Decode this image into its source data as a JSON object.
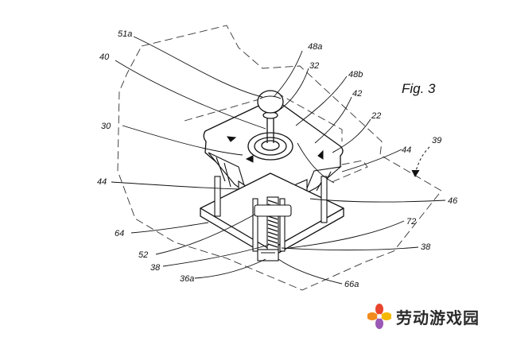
{
  "figure": {
    "title": "Fig. 3"
  },
  "labels": {
    "l51a": "51a",
    "l48a": "48a",
    "l40": "40",
    "l32": "32",
    "l48b": "48b",
    "l42": "42",
    "l30": "30",
    "l22": "22",
    "l44_right": "44",
    "l39": "39",
    "l44_left": "44",
    "l46": "46",
    "l72": "72",
    "l64": "64",
    "l38_right": "38",
    "l52": "52",
    "l38_left": "38",
    "l36a": "36a",
    "l66a": "66a"
  },
  "watermark": {
    "text": "劳动游戏园",
    "logo": "pinwheel-logo-icon"
  },
  "colors": {
    "line": "#111111",
    "dash": "#333333",
    "logo_red": "#e8452c",
    "logo_yellow": "#f5b800",
    "logo_purple": "#9b59b6",
    "logo_orange": "#f08c1e"
  }
}
